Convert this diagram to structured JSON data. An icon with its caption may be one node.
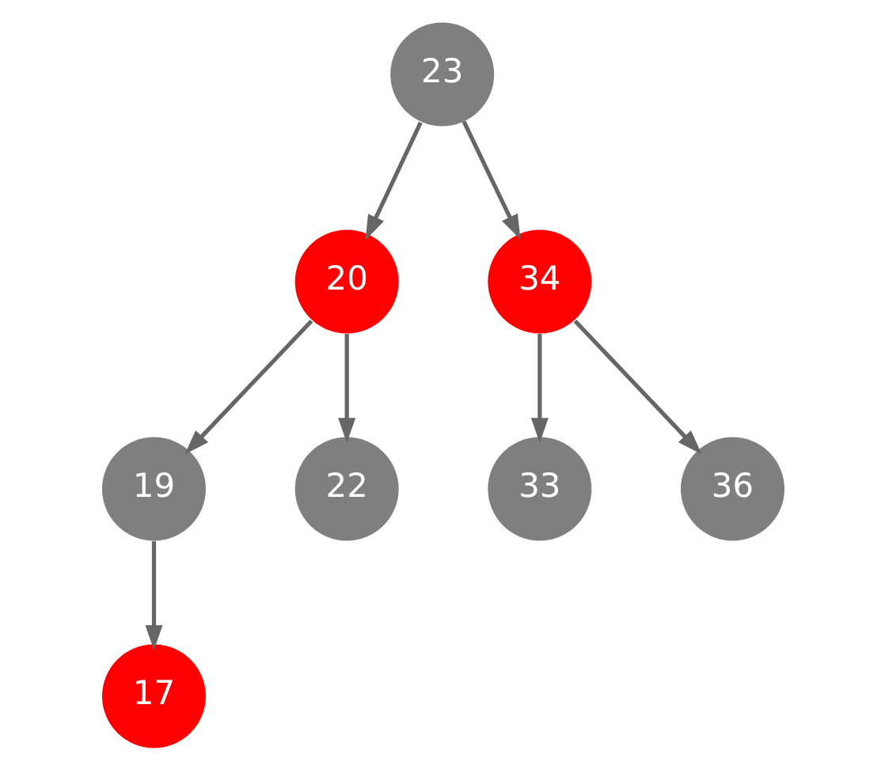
{
  "diagram": {
    "nodes": [
      {
        "text": [
          "23"
        ]
      },
      {
        "text": [
          "20"
        ]
      },
      {
        "text": [
          "34"
        ]
      },
      {
        "text": [
          "19"
        ]
      },
      {
        "text": [
          "22"
        ]
      },
      {
        "text": [
          "33"
        ]
      },
      {
        "text": [
          "36"
        ]
      },
      {
        "text": [
          "17"
        ]
      }
    ],
    "edges": [
      {
        "from": 0,
        "to": 1,
        "arrow": "to"
      },
      {
        "from": 0,
        "to": 2,
        "arrow": "to"
      },
      {
        "from": 1,
        "to": 3,
        "arrow": "to"
      },
      {
        "from": 1,
        "to": 4,
        "arrow": "to"
      },
      {
        "from": 2,
        "to": 5,
        "arrow": "to"
      },
      {
        "from": 2,
        "to": 6,
        "arrow": "to"
      },
      {
        "from": 3,
        "to": 7,
        "arrow": "to"
      }
    ]
  }
}
